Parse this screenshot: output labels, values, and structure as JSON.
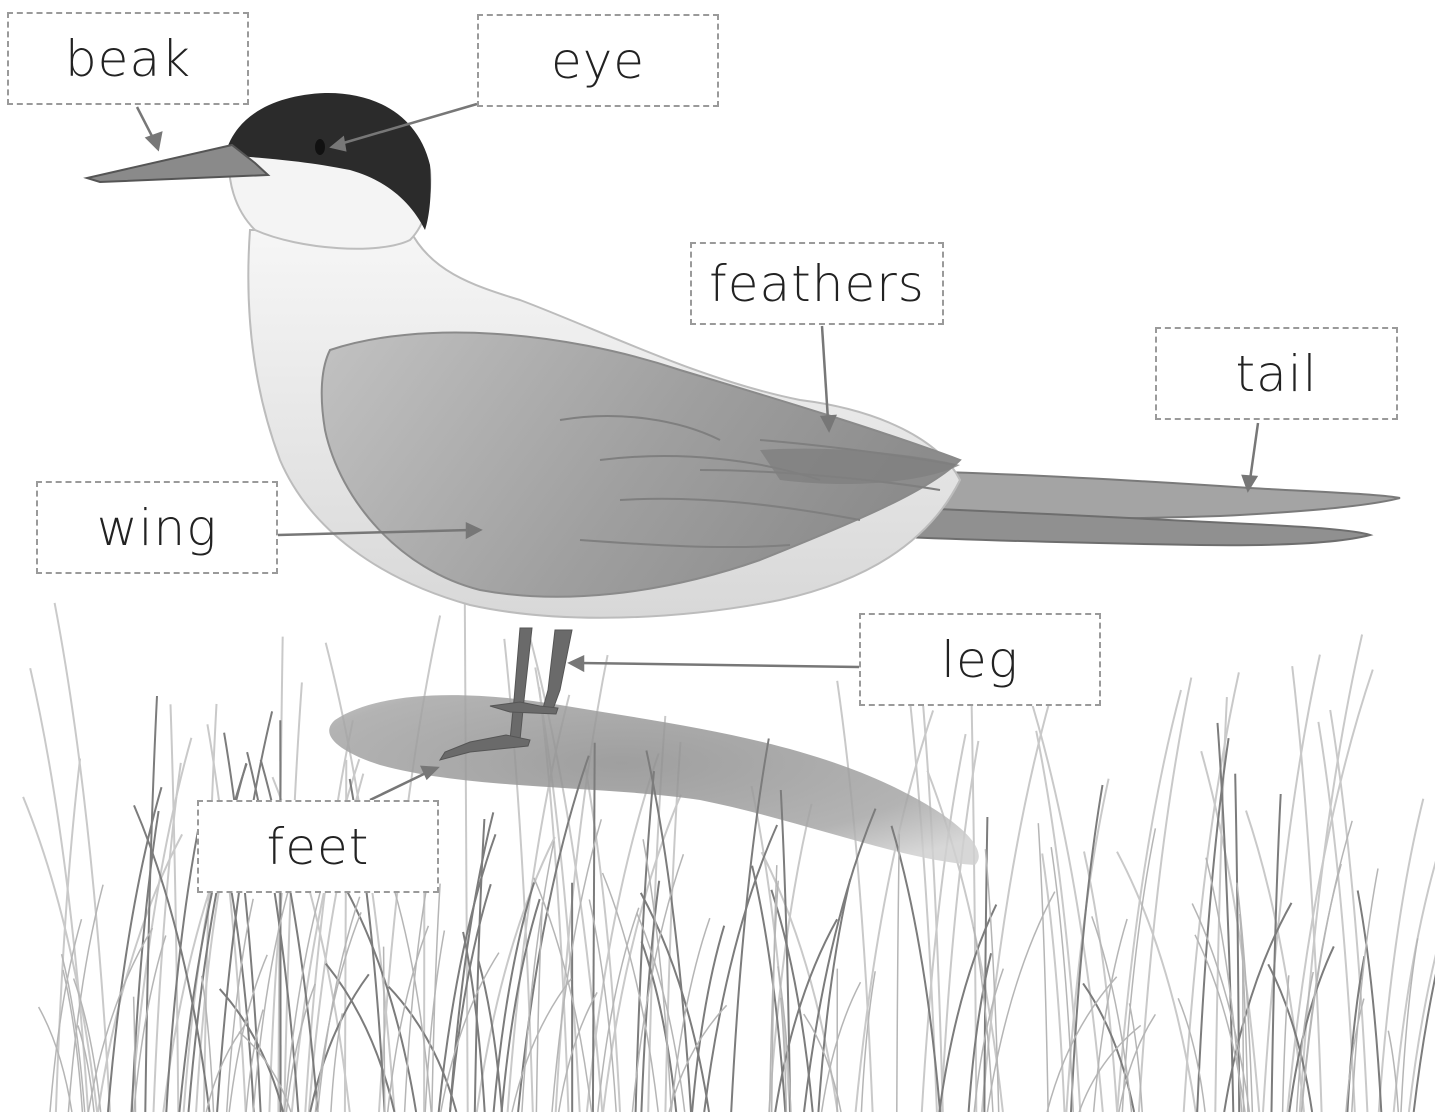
{
  "labels": {
    "beak": "beak",
    "eye": "eye",
    "feathers": "feathers",
    "tail": "tail",
    "wing": "wing",
    "leg": "leg",
    "feet": "feet"
  },
  "colors": {
    "label_border": "#9a9a9a",
    "label_text": "#222222",
    "arrow": "#777777",
    "cap": "#2b2b2b",
    "body_white": "#f4f4f4",
    "wing_grey": "#9d9d9d",
    "grass": "#8a8a8a"
  },
  "illustration": {
    "subject": "tern-bird",
    "scene": "grass-mound"
  }
}
